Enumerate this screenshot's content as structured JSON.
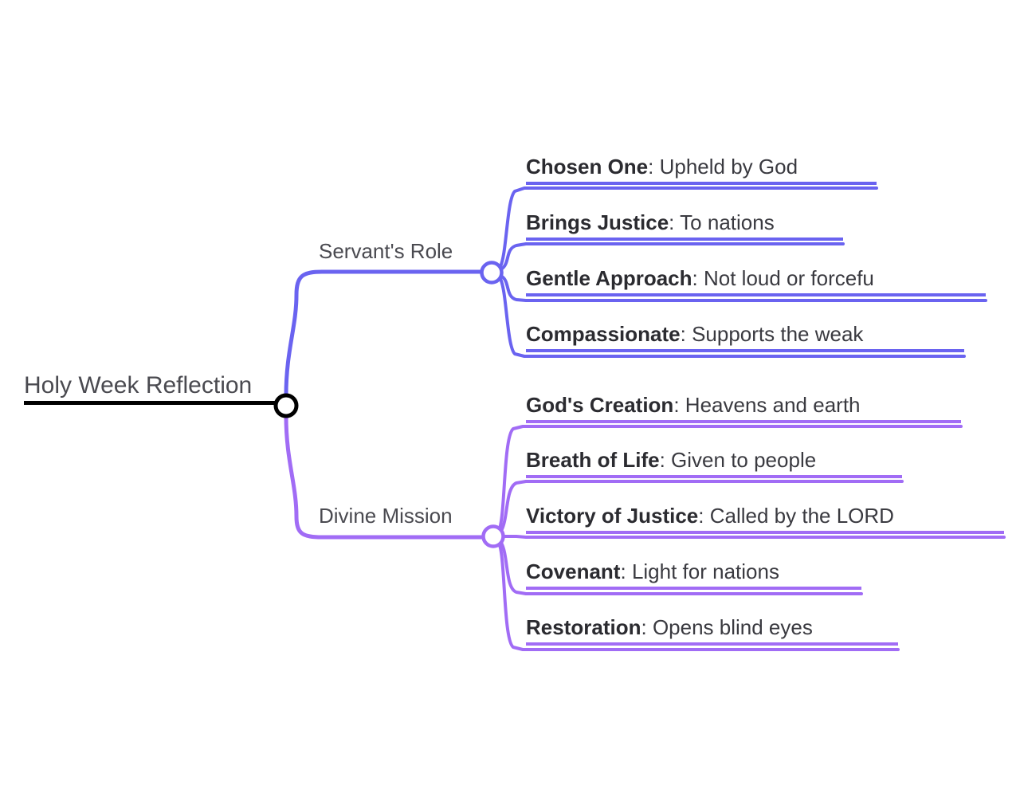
{
  "diagram": {
    "type": "mindmap",
    "title": "Holy Week Reflection",
    "root": {
      "label": "Holy Week Reflection",
      "color": "#000000"
    },
    "branches": [
      {
        "label": "Servant's Role",
        "color": "#6a63f0",
        "children": [
          {
            "term": "Chosen One",
            "separator": ":",
            "detail": "Upheld by God"
          },
          {
            "term": "Brings Justice",
            "separator": ":",
            "detail": "To nations"
          },
          {
            "term": "Gentle Approach",
            "separator": ":",
            "detail": "Not loud or forcefu"
          },
          {
            "term": "Compassionate",
            "separator": ":",
            "detail": "Supports the weak"
          }
        ]
      },
      {
        "label": "Divine Mission",
        "color": "#a16cf5",
        "children": [
          {
            "term": "God's Creation",
            "separator": ":",
            "detail": "Heavens and earth"
          },
          {
            "term": "Breath of Life",
            "separator": ":",
            "detail": "Given to people"
          },
          {
            "term": "Victory of Justice",
            "separator": ":",
            "detail": "Called by the LORD"
          },
          {
            "term": "Covenant",
            "separator": ":",
            "detail": "Light for nations"
          },
          {
            "term": "Restoration",
            "separator": ":",
            "detail": "Opens blind eyes"
          }
        ]
      }
    ]
  },
  "colors": {
    "branch_a": "#6a63f0",
    "branch_b": "#a16cf5",
    "root_line": "#000000",
    "text": "#3a3a40",
    "background": "#ffffff"
  }
}
